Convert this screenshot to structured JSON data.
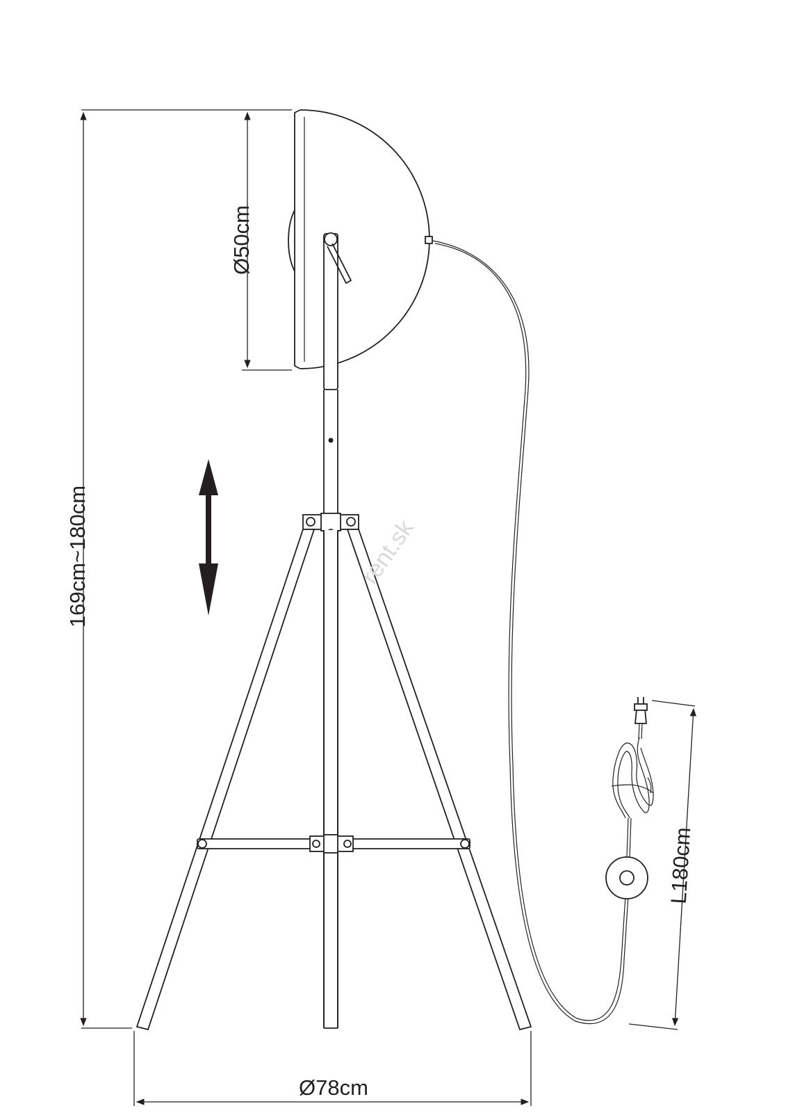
{
  "dimensions": {
    "overall_height": "169cm~180cm",
    "shade_diameter": "Ø50cm",
    "base_diameter": "Ø78cm",
    "cable_length": "L180cm"
  },
  "watermark": "rent.sk",
  "icons": {
    "height_adjust": "double-arrow-vertical-icon",
    "plug": "plug-icon",
    "foot_switch": "foot-switch-icon"
  },
  "colors": {
    "line": "#231f20",
    "watermark": "#d9d9d9",
    "background": "#ffffff"
  }
}
